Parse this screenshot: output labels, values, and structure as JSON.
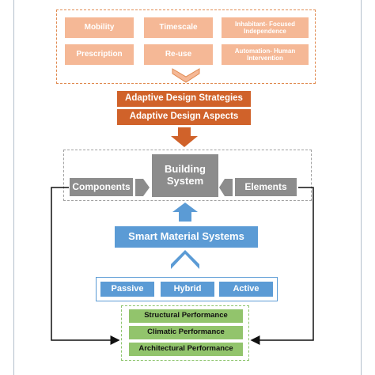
{
  "strategy_box": {
    "items": [
      "Mobility",
      "Timescale",
      "Inhabitant- Focused Independence",
      "Prescription",
      "Re-use",
      "Automation- Human Intervention"
    ]
  },
  "adaptive": {
    "strategies": "Adaptive Design Strategies",
    "aspects": "Adaptive Design Aspects"
  },
  "building": {
    "system": "Building System",
    "components": "Components",
    "elements": "Elements"
  },
  "smart": {
    "title": "Smart Material Systems",
    "types": [
      "Passive",
      "Hybrid",
      "Active"
    ]
  },
  "performance": {
    "items": [
      "Structural Performance",
      "Climatic Performance",
      "Architectural Performance"
    ]
  },
  "colors": {
    "peach": "#f5b896",
    "orange": "#d0622a",
    "grey": "#8c8c8c",
    "blue": "#5b9bd5",
    "green": "#92c46c"
  }
}
